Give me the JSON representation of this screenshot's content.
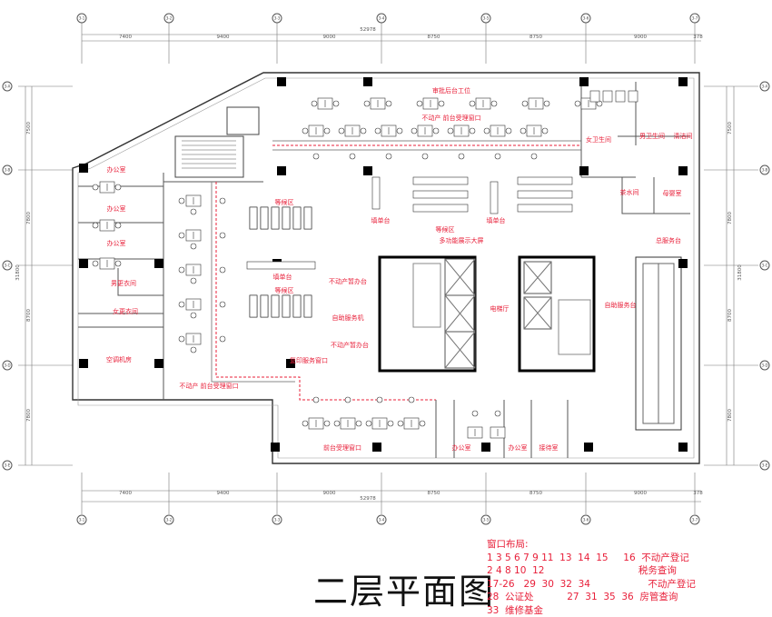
{
  "title": "二层平面图",
  "dimensions": {
    "top_total": "52978",
    "top_spans": [
      "7400",
      "9400",
      "9000",
      "8750",
      "8750",
      "9000",
      "378"
    ],
    "bottom_total": "52978",
    "bottom_spans": [
      "7400",
      "9400",
      "9000",
      "8750",
      "8750",
      "9000",
      "378"
    ],
    "left_total": "31800",
    "left_spans": [
      "7500",
      "7800",
      "8700",
      "7800"
    ],
    "right_total": "31800",
    "right_spans": [
      "7500",
      "7800",
      "8700",
      "7800"
    ]
  },
  "rooms": {
    "approval_back": "审批后台工位",
    "front_window_top": "不动产  前台受理窗口",
    "waiting_1": "等候区",
    "waiting_2": "等候区",
    "waiting_3": "等候区",
    "fill_desk_1": "填单台",
    "fill_desk_2": "填单台",
    "fill_desk_3": "填单台",
    "display_screen": "多功能展示大屏",
    "temp_desk_1": "不动产暂办台",
    "self_service_machine": "自助服务机",
    "temp_desk_2": "不动产暂办台",
    "elevator_hall": "电梯厅",
    "self_service_desk": "自助服务台",
    "copy_window": "复印服务窗口",
    "front_window_left": "不动产  前台受理窗口",
    "front_window_bottom": "前台受理窗口",
    "office_b1": "办公室",
    "office_b2": "办公室",
    "reception": "接待室",
    "office_l1": "办公室",
    "office_l2": "办公室",
    "office_l3": "办公室",
    "male_locker": "男更衣间",
    "female_locker": "女更衣间",
    "ac_room": "空调机房",
    "female_wc": "女卫生间",
    "male_wc": "男卫生间",
    "cleaning": "清洁间",
    "tea_room": "茶水间",
    "mother_baby": "母婴室",
    "main_service_desk": "总服务台"
  },
  "legend": {
    "heading": "窗口布局:",
    "lines": [
      "1 3 5 6 7 9 11  13  14  15     16  不动产登记",
      "2 4 8 10  12                               税务查询",
      "17-26   29  30  32  34                   不动产登记",
      "28  公证处           27  31  35  36  房管查询",
      "33  维修基金"
    ]
  },
  "colors": {
    "annotation": "#e8203a",
    "wall": "#000000",
    "line": "#555555"
  }
}
